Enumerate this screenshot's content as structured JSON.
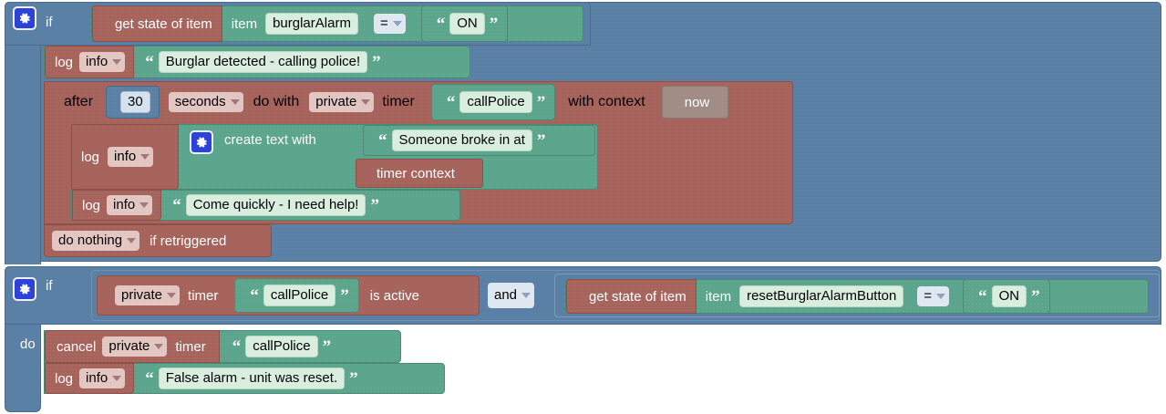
{
  "editor": {
    "name": "blockly-rule-canvas",
    "background": "#ffffff"
  },
  "colors": {
    "control": "#5b80a5",
    "action": "#a5635b",
    "text": "#5ba58c",
    "variable": "#a08c84",
    "mutator_icon": "#2b43d8",
    "field_text": "#d9eede",
    "field_dropdown_red": "#e3c6c2",
    "field_dropdown_blue": "#dfe7f1"
  },
  "rule1": {
    "if_label": "if",
    "do_label": "do",
    "gear_icon": "gear-icon",
    "condition": {
      "get_state_label": "get state of item",
      "item_label": "item",
      "item_value": "burglarAlarm",
      "operator": "=",
      "compare_value": "ON",
      "open_quote": "“",
      "close_quote": "”"
    },
    "statements": [
      {
        "type": "log",
        "log_label": "log",
        "level": "info",
        "message": "Burglar detected - calling police!"
      }
    ],
    "timer": {
      "after_label": "after",
      "delay": "30",
      "unit": "seconds",
      "do_with_label": "do with",
      "scope": "private",
      "timer_label": "timer",
      "timer_name": "callPolice",
      "with_context_label": "with context",
      "context_value": "now",
      "retrigger_behaviour": "do nothing",
      "retrigger_suffix": "if retriggered",
      "body": [
        {
          "type": "log-create-text",
          "log_label": "log",
          "level": "info",
          "create_text_label": "create text with",
          "gear_icon": "gear-icon",
          "parts": [
            {
              "kind": "string",
              "value": "Someone broke in at"
            },
            {
              "kind": "variable",
              "value": "timer context"
            }
          ]
        },
        {
          "type": "log",
          "log_label": "log",
          "level": "info",
          "message": "Come quickly - I need help!"
        }
      ]
    }
  },
  "rule2": {
    "if_label": "if",
    "do_label": "do",
    "gear_icon": "gear-icon",
    "condition": {
      "left": {
        "scope": "private",
        "timer_label": "timer",
        "timer_name": "callPolice",
        "is_active_label": "is active"
      },
      "logic_operator": "and",
      "right": {
        "get_state_label": "get state of item",
        "item_label": "item",
        "item_value": "resetBurglarAlarmButton",
        "operator": "=",
        "compare_value": "ON"
      }
    },
    "statements": [
      {
        "type": "cancel-timer",
        "cancel_label": "cancel",
        "scope": "private",
        "timer_label": "timer",
        "timer_name": "callPolice"
      },
      {
        "type": "log",
        "log_label": "log",
        "level": "info",
        "message": "False alarm - unit was reset."
      }
    ]
  }
}
